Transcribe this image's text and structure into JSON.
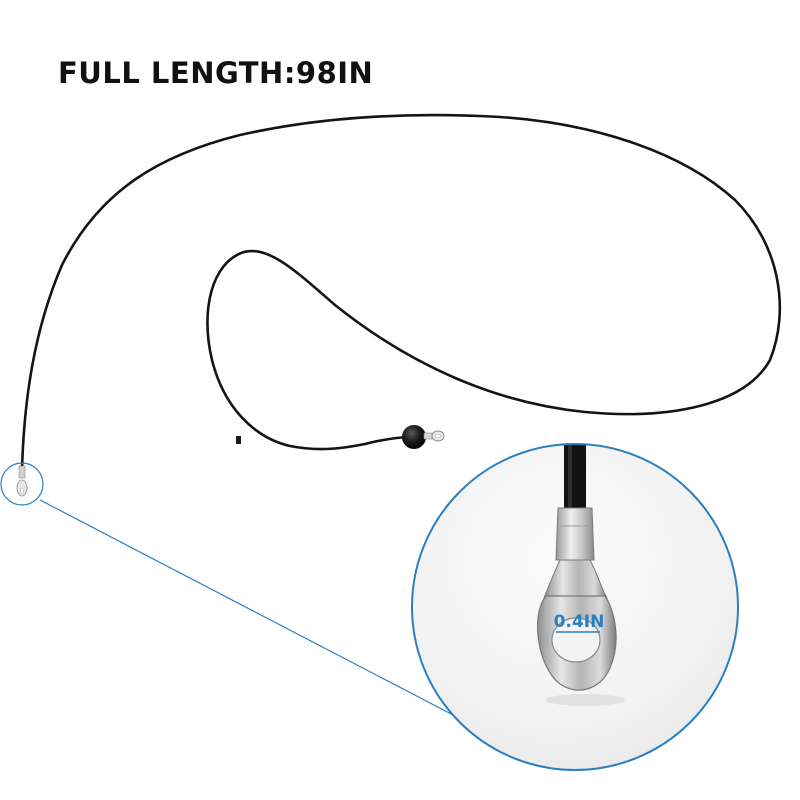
{
  "headline": {
    "text": "FULL LENGTH:98IN"
  },
  "detail": {
    "measurement_text": "0.4IN"
  },
  "colors": {
    "accent": "#2a7fc0",
    "cable": "#141414",
    "background": "#ffffff"
  },
  "icons": {
    "zoom_marker": "magnify-circle",
    "stopper": "rubber-ball-stopper"
  }
}
